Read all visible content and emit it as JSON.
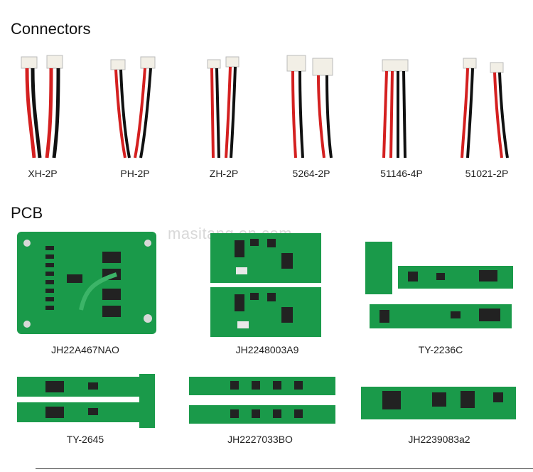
{
  "sections": {
    "connectors_title": "Connectors",
    "pcb_title": "PCB"
  },
  "connectors": [
    {
      "name": "XH-2P"
    },
    {
      "name": "PH-2P"
    },
    {
      "name": "ZH-2P"
    },
    {
      "name": "5264-2P"
    },
    {
      "name": "51146-4P"
    },
    {
      "name": "51021-2P"
    }
  ],
  "pcbs": [
    {
      "name": "JH22A467NAO"
    },
    {
      "name": "JH2248003A9"
    },
    {
      "name": "TY-2236C"
    },
    {
      "name": "TY-2645"
    },
    {
      "name": "JH2227033BO"
    },
    {
      "name": "JH2239083a2"
    }
  ],
  "watermark": "masitang.en.com",
  "colors": {
    "pcb_green": "#1a9a4a",
    "wire_red": "#d42020",
    "wire_black": "#111111",
    "housing": "#f2efe6"
  }
}
